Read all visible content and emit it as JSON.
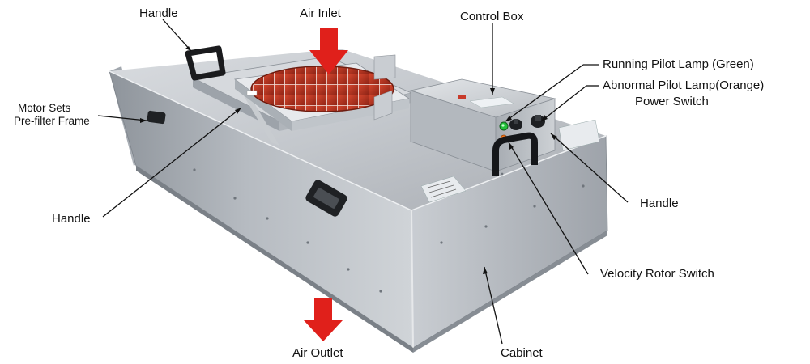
{
  "labels": {
    "handle_top": "Handle",
    "air_inlet": "Air Inlet",
    "control_box": "Control Box",
    "running_lamp": "Running Pilot Lamp (Green)",
    "abnormal_lamp": "Abnormal Pilot Lamp(Orange)",
    "power_switch": "Power Switch",
    "motor_sets": "Motor Sets",
    "prefilter_frame": "Pre-filter Frame",
    "handle_left": "Handle",
    "handle_right": "Handle",
    "velocity_switch": "Velocity Rotor Switch",
    "air_outlet": "Air Outlet",
    "cabinet": "Cabinet"
  },
  "colors": {
    "arrow": "#e0201b",
    "fan_grid": "#b3301f",
    "lamp_green": "#22c03a",
    "lamp_orange": "#ff7a1a",
    "steel": "#b8bcc2"
  },
  "icons": [
    "down-arrow-icon",
    "fan-grille-icon",
    "handle-icon",
    "pilot-lamp-icon",
    "switch-knob-icon"
  ]
}
